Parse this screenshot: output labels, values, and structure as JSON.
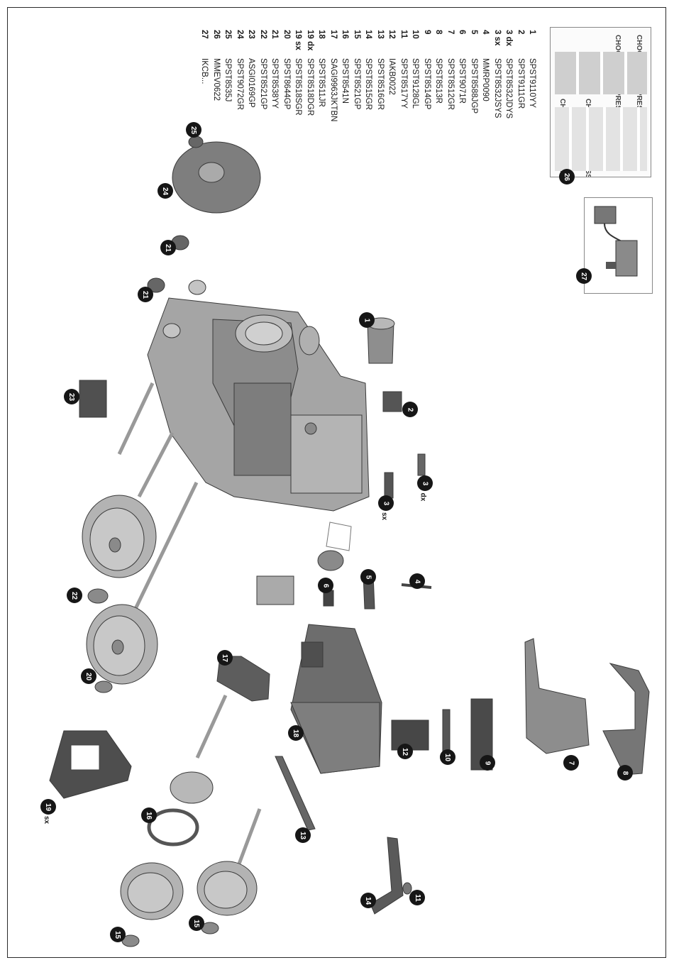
{
  "parts": [
    {
      "num": "1",
      "code": "SPST9110YY"
    },
    {
      "num": "2",
      "code": "SPST9111GR"
    },
    {
      "num": "3 dx",
      "code": "SPST8532JDYS"
    },
    {
      "num": "3 sx",
      "code": "SPST8532JSYS"
    },
    {
      "num": "4",
      "code": "MMRP0090"
    },
    {
      "num": "5",
      "code": "SPST8588JGP"
    },
    {
      "num": "6",
      "code": "SPST9071R"
    },
    {
      "num": "7",
      "code": "SPST8512GR"
    },
    {
      "num": "8",
      "code": "SPST8513R"
    },
    {
      "num": "9",
      "code": "SPST8514GP"
    },
    {
      "num": "10",
      "code": "SPST9128GL"
    },
    {
      "num": "11",
      "code": "SPST8517YY"
    },
    {
      "num": "12",
      "code": "IAKB0022"
    },
    {
      "num": "13",
      "code": "SPST8516GR"
    },
    {
      "num": "14",
      "code": "SPST8515GR"
    },
    {
      "num": "15",
      "code": "SPST8521GP"
    },
    {
      "num": "16",
      "code": "SPST8541N"
    },
    {
      "num": "17",
      "code": "SAGI9963JKTBN"
    },
    {
      "num": "18",
      "code": "SPST8511JR"
    },
    {
      "num": "19 dx",
      "code": "SPST8518DGR"
    },
    {
      "num": "19 sx",
      "code": "SPST8518SGR"
    },
    {
      "num": "20",
      "code": "SPST8644GP"
    },
    {
      "num": "21",
      "code": "SPST8538YY"
    },
    {
      "num": "22",
      "code": "SPST8521GP"
    },
    {
      "num": "23",
      "code": "ASGI0169GP"
    },
    {
      "num": "24",
      "code": "SPST9072GR"
    },
    {
      "num": "25",
      "code": "SPST8535J"
    },
    {
      "num": "26",
      "code": "MMEV0622"
    },
    {
      "num": "27",
      "code": "IKCB..."
    }
  ],
  "callouts": {
    "c1": "1",
    "c2": "2",
    "c3dx": "3",
    "c3sx": "3",
    "c4": "4",
    "c5": "5",
    "c6": "6",
    "c7": "7",
    "c8": "8",
    "c9": "9",
    "c10": "10",
    "c11": "11",
    "c12": "12",
    "c13": "13",
    "c14": "14",
    "c15a": "15",
    "c15b": "15",
    "c16": "16",
    "c17": "17",
    "c18": "18",
    "c19": "19",
    "c20": "20",
    "c21a": "21",
    "c21b": "21",
    "c22": "22",
    "c23": "23",
    "c24": "24",
    "c25": "25",
    "c26": "26",
    "c27": "27"
  },
  "side_tags": {
    "dx": "dx",
    "sx3": "sx",
    "sx19": "sx"
  },
  "stickers": {
    "brand": "CHOO CHOO EXPRESS"
  },
  "colors": {
    "part_fill": "#9a9a9a",
    "part_dark": "#444444",
    "callout_bg": "#161616"
  }
}
